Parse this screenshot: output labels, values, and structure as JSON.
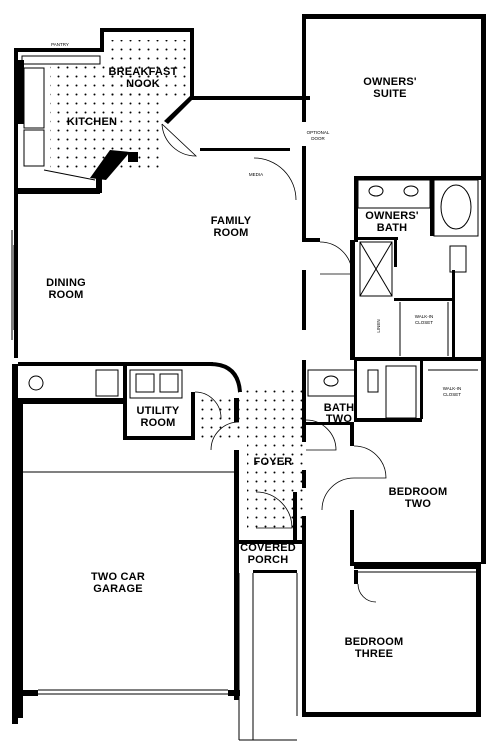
{
  "rooms": {
    "breakfast_nook": [
      "BREAKFAST",
      "NOOK"
    ],
    "kitchen": "KITCHEN",
    "owners_suite": [
      "OWNERS'",
      "SUITE"
    ],
    "family_room": [
      "FAMILY",
      "ROOM"
    ],
    "owners_bath": [
      "OWNERS'",
      "BATH"
    ],
    "dining_room": [
      "DINING",
      "ROOM"
    ],
    "utility_room": [
      "UTILITY",
      "ROOM"
    ],
    "bath_two": [
      "BATH",
      "TWO"
    ],
    "foyer": "FOYER",
    "bedroom_two": [
      "BEDROOM",
      "TWO"
    ],
    "covered_porch": [
      "COVERED",
      "PORCH"
    ],
    "garage": [
      "TWO CAR",
      "GARAGE"
    ],
    "bedroom_three": [
      "BEDROOM",
      "THREE"
    ]
  },
  "small_labels": {
    "pantry": "PANTRY",
    "optional_door": [
      "OPTIONAL",
      "DOOR"
    ],
    "walk_in_closet_1": [
      "WALK-IN",
      "CLOSET"
    ],
    "walk_in_closet_2": [
      "WALK-IN",
      "CLOSET"
    ],
    "linen": "LINEN",
    "media": "MEDIA"
  }
}
